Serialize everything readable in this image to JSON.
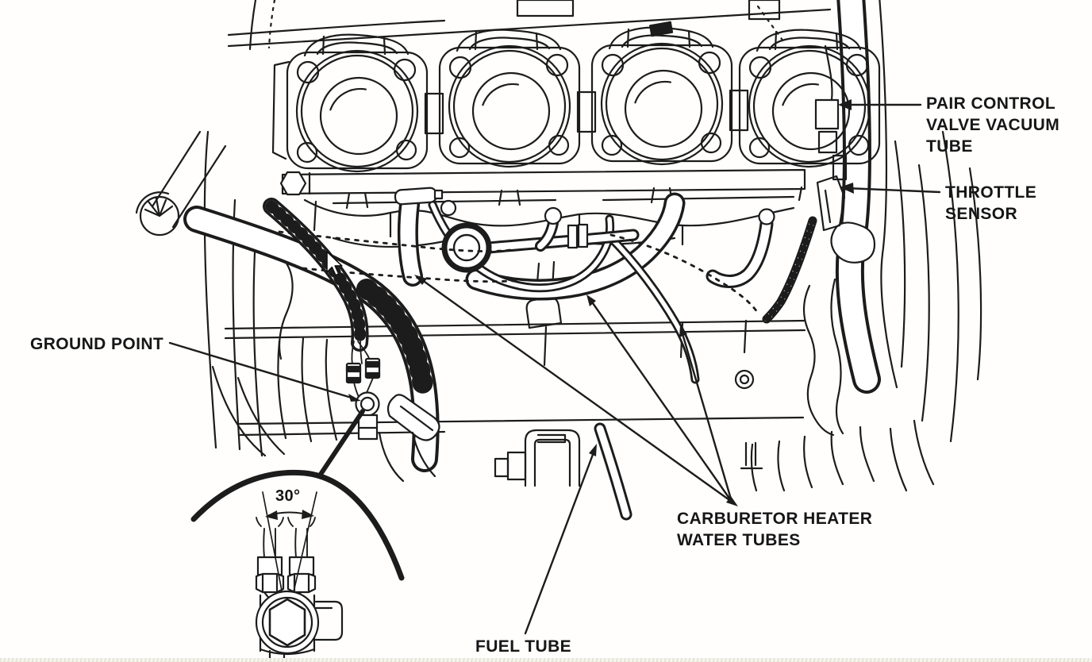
{
  "figure": {
    "type": "service-manual-engine-diagram",
    "labels": {
      "pair_control_valve_vacuum_tube": [
        "PAIR CONTROL",
        "VALVE VACUUM",
        "TUBE"
      ],
      "throttle_sensor": [
        "THROTTLE",
        "SENSOR"
      ],
      "ground_point": [
        "GROUND POINT"
      ],
      "carburetor_heater_water_tubes": [
        "CARBURETOR HEATER",
        "WATER TUBES"
      ],
      "fuel_tube": [
        "FUEL TUBE"
      ],
      "angle_callout": [
        "30°"
      ]
    },
    "colors": {
      "line": "#1c1c1c",
      "background": "#ffffff",
      "bottom_edge": "#e4e4da"
    }
  }
}
